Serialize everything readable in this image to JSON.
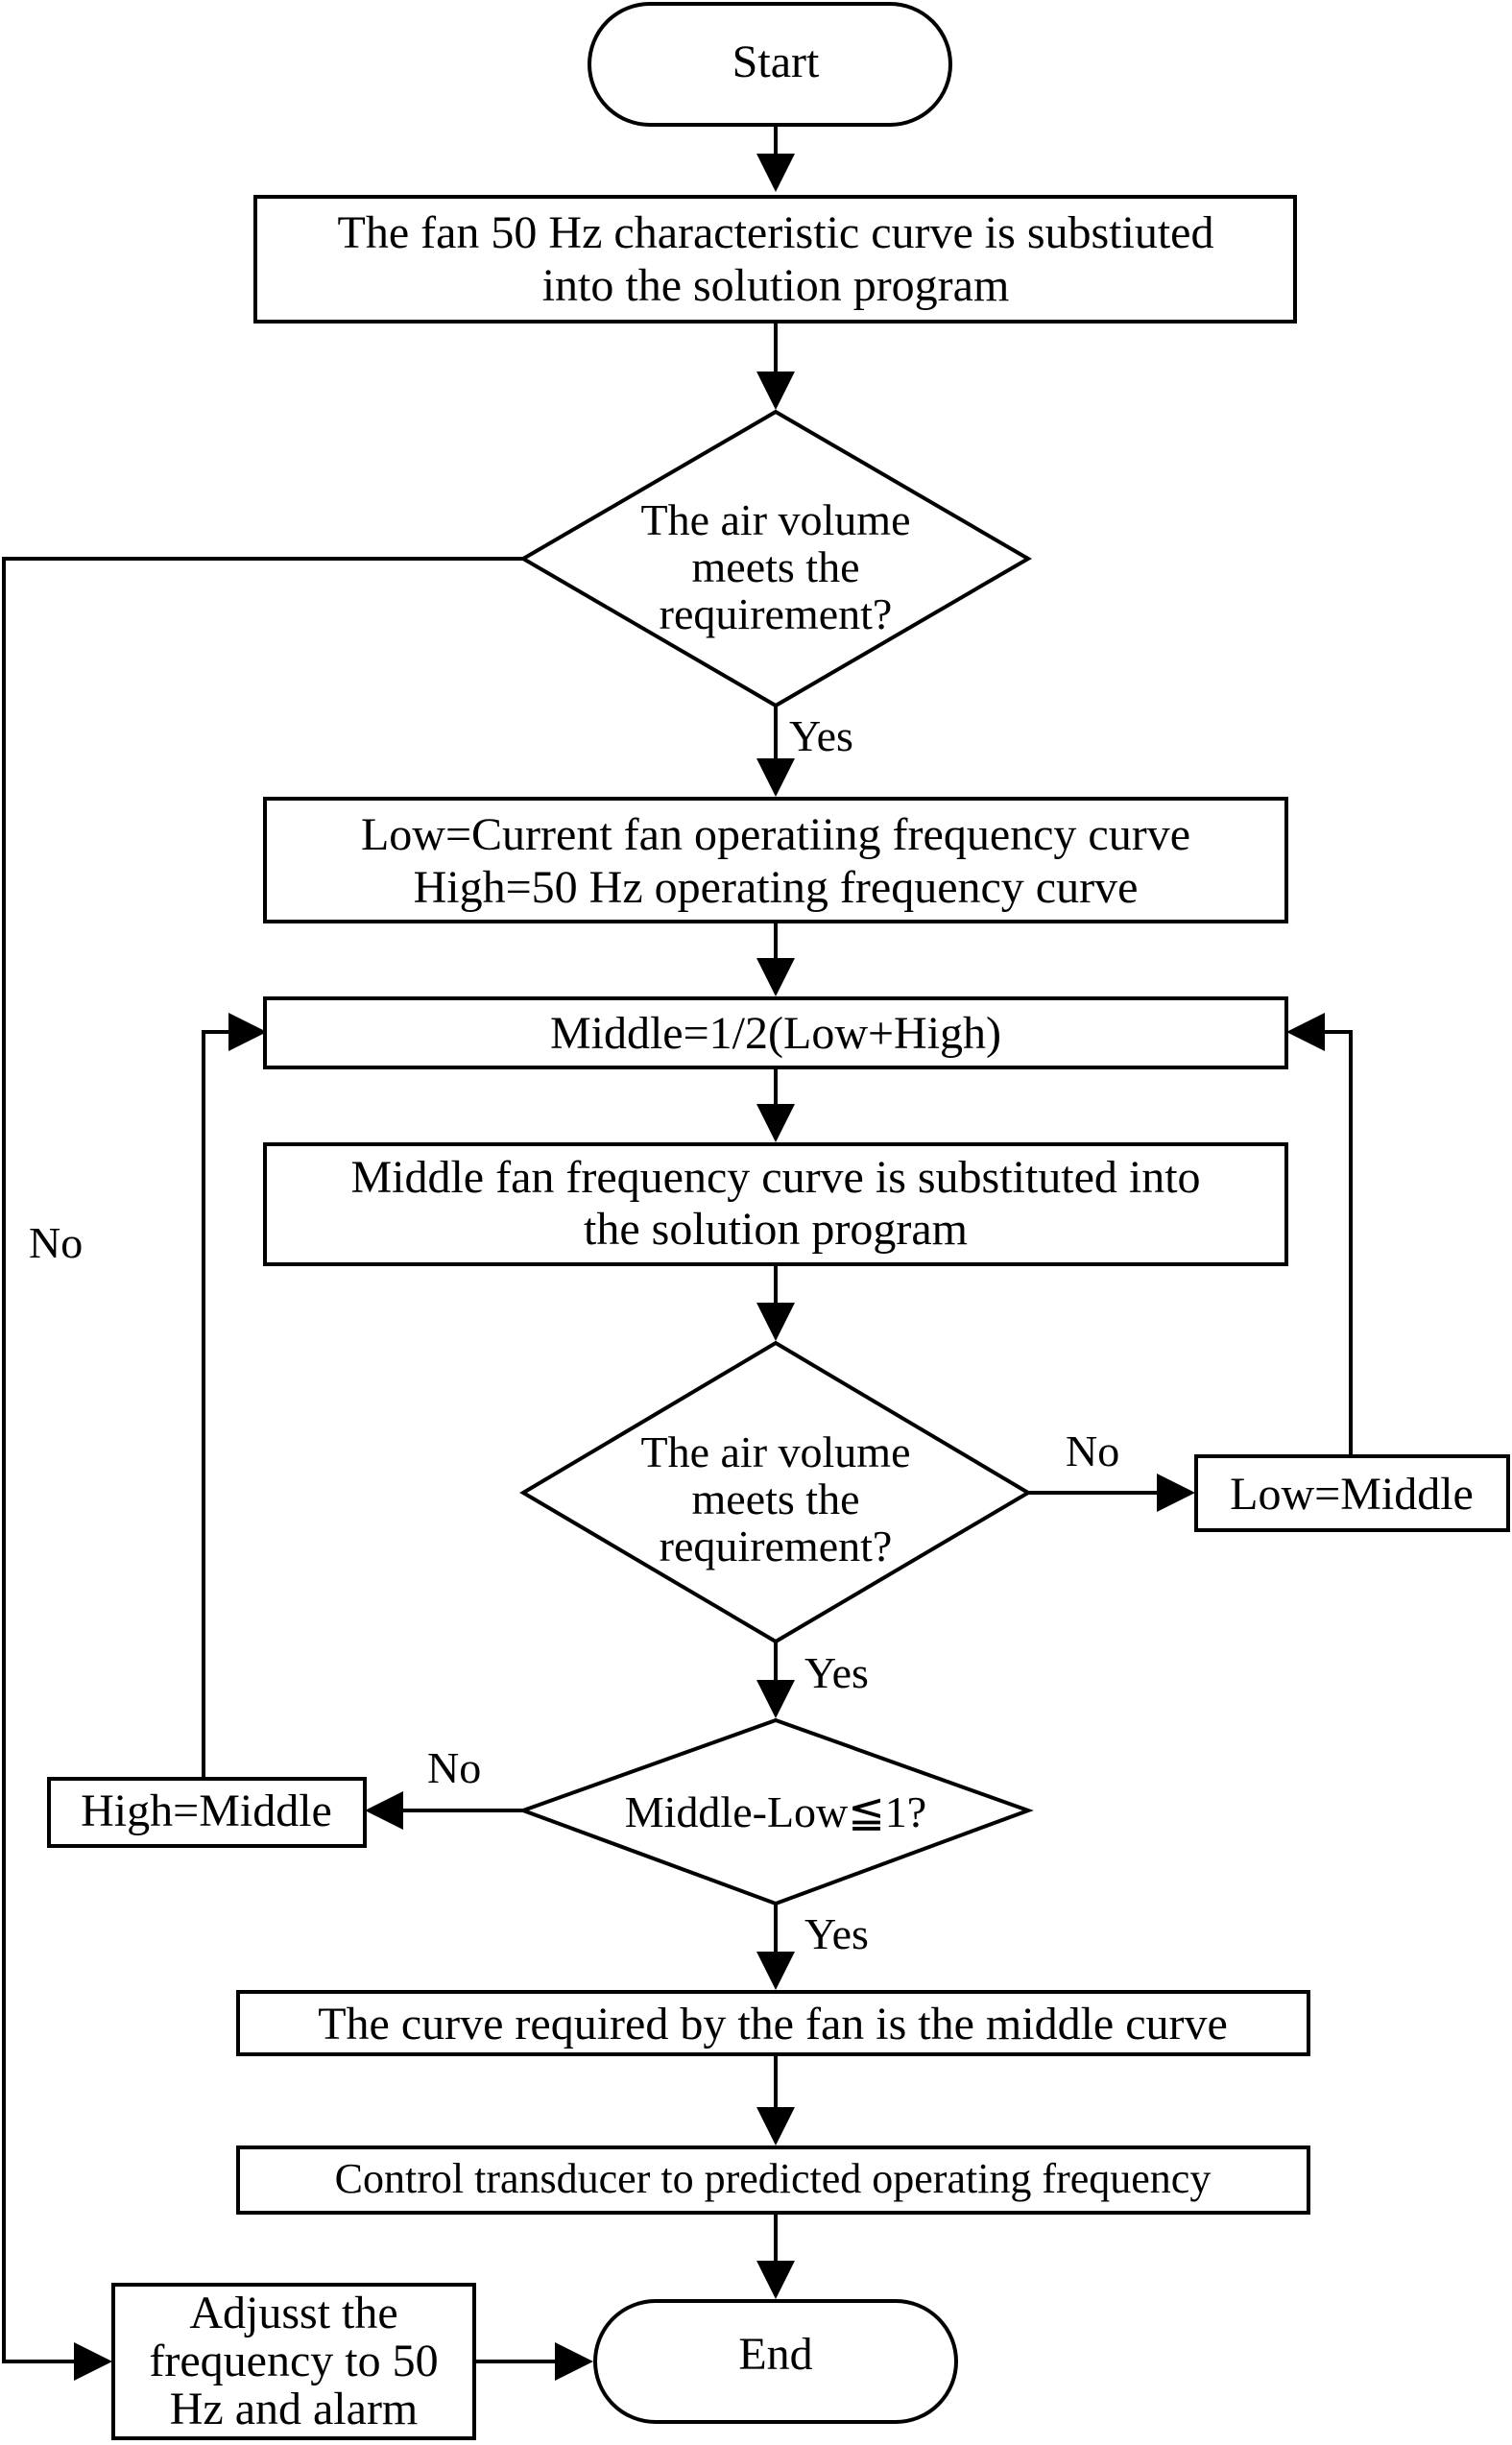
{
  "flowchart": {
    "start": "Start",
    "step_substitute_50hz": [
      "The fan 50 Hz characteristic curve is substiuted",
      "into the solution program"
    ],
    "decision_1": [
      "The air volume",
      "meets the",
      "requirement?"
    ],
    "decision_1_yes": "Yes",
    "decision_1_no": "No",
    "step_init_bounds": [
      "Low=Current fan operatiing frequency curve",
      "High=50 Hz operating frequency curve"
    ],
    "step_middle": "Middle=1/2(Low+High)",
    "step_substitute_middle": [
      "Middle fan frequency curve is substituted into",
      "the solution program"
    ],
    "decision_2": [
      "The air volume",
      "meets the",
      "requirement?"
    ],
    "decision_2_no": "No",
    "decision_2_yes": "Yes",
    "step_low_middle": "Low=Middle",
    "decision_3": "Middle-Low≦1?",
    "decision_3_no": "No",
    "decision_3_yes": "Yes",
    "step_high_middle": "High=Middle",
    "step_result": "The curve required by the fan is the middle curve",
    "step_control": "Control transducer to predicted operating frequency",
    "step_adjust": [
      "Adjusst the",
      "frequency to 50",
      "Hz and alarm"
    ],
    "end": "End"
  }
}
